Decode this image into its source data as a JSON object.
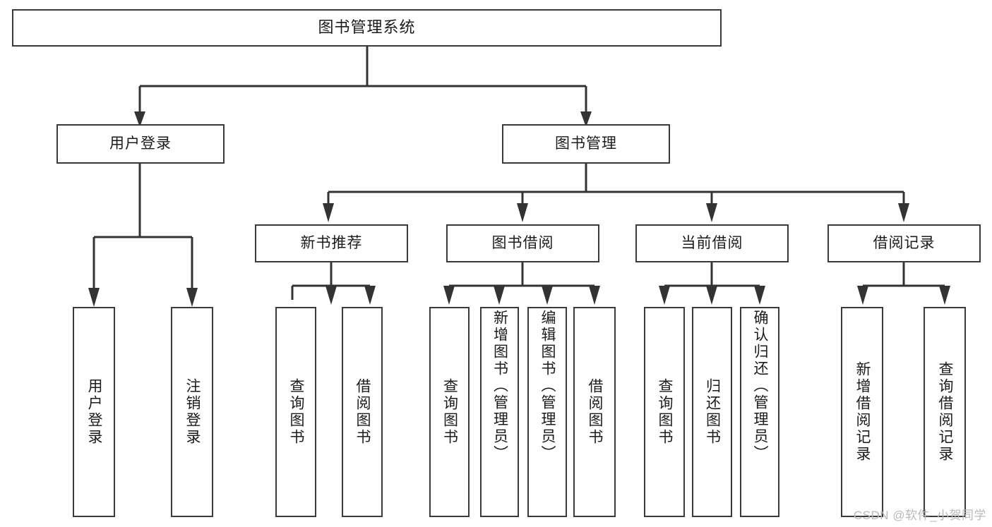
{
  "diagram": {
    "title": "图书管理系统",
    "watermark": "CSDN @软件_小贺同学",
    "colors": {
      "box_border": "#3a3a3a",
      "connector": "#333333",
      "background": "#ffffff",
      "text": "#1b1b1b",
      "watermark": "#b9b9b9"
    },
    "root": {
      "label": "图书管理系统"
    },
    "level2": [
      {
        "label": "用户登录"
      },
      {
        "label": "图书管理"
      }
    ],
    "level3": [
      {
        "label": "新书推荐"
      },
      {
        "label": "图书借阅"
      },
      {
        "label": "当前借阅"
      },
      {
        "label": "借阅记录"
      }
    ],
    "leaves": [
      {
        "label": "用户登录",
        "parent": "用户登录"
      },
      {
        "label": "注销登录",
        "parent": "用户登录"
      },
      {
        "label": "查询图书",
        "parent": "新书推荐"
      },
      {
        "label": "借阅图书",
        "parent": "新书推荐"
      },
      {
        "label": "查询图书",
        "parent": "图书借阅"
      },
      {
        "label": "新增图书（管理员）",
        "parent": "图书借阅"
      },
      {
        "label": "编辑图书（管理员）",
        "parent": "图书借阅"
      },
      {
        "label": "借阅图书",
        "parent": "图书借阅"
      },
      {
        "label": "查询图书",
        "parent": "当前借阅"
      },
      {
        "label": "归还图书",
        "parent": "当前借阅"
      },
      {
        "label": "确认归还（管理员）",
        "parent": "当前借阅"
      },
      {
        "label": "新增借阅记录",
        "parent": "借阅记录"
      },
      {
        "label": "查询借阅记录",
        "parent": "借阅记录"
      }
    ]
  }
}
